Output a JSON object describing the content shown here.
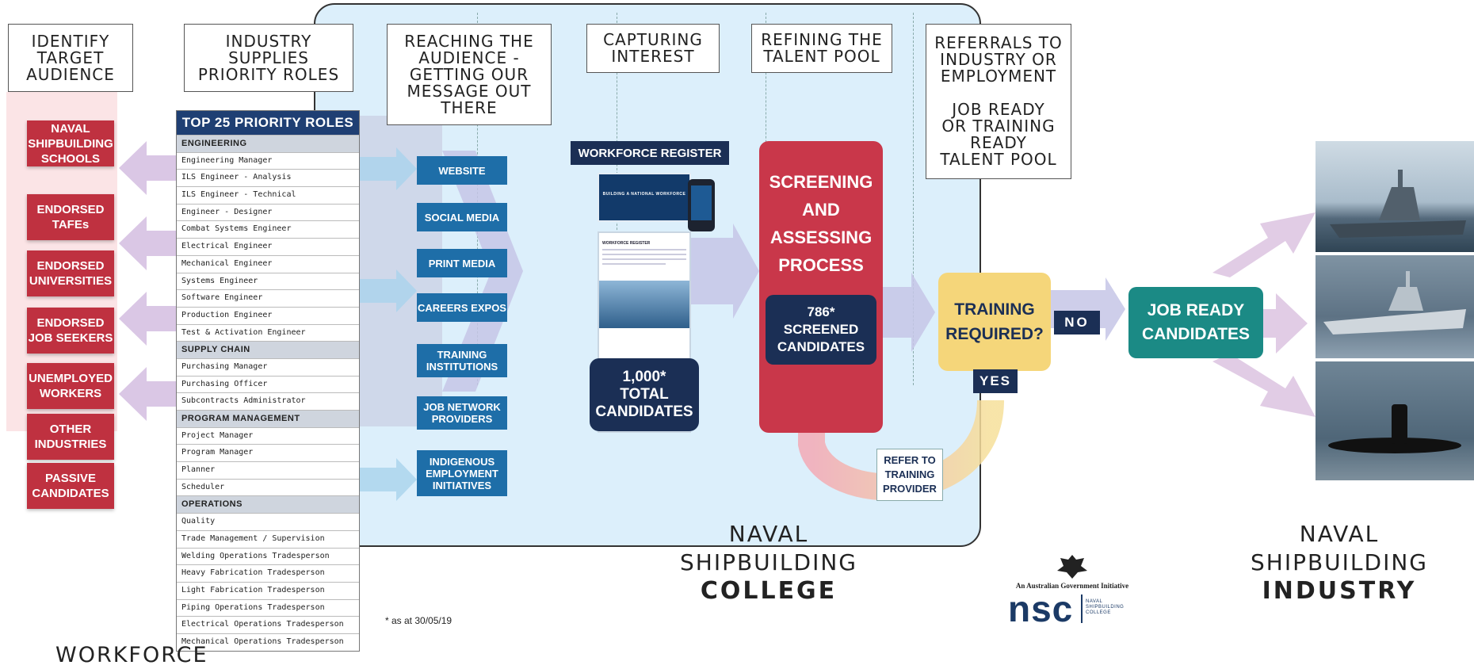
{
  "headers": {
    "identify": "IDENTIFY\nTARGET\nAUDIENCE",
    "industry_supplies": "INDUSTRY\nSUPPLIES\nPRIORITY ROLES",
    "reaching": "REACHING THE\nAUDIENCE -\nGETTING OUR\nMESSAGE OUT\nTHERE",
    "capturing": "CAPTURING\nINTEREST",
    "refining": "REFINING THE\nTALENT POOL",
    "referrals": "REFERRALS TO\nINDUSTRY OR\nEMPLOYMENT\n\nJOB READY\nOR TRAINING\nREADY\nTALENT POOL"
  },
  "audiences": [
    "NAVAL\nSHIPBUILDING\nSCHOOLS",
    "ENDORSED\nTAFEs",
    "ENDORSED\nUNIVERSITIES",
    "ENDORSED\nJOB SEEKERS",
    "UNEMPLOYED\nWORKERS",
    "OTHER\nINDUSTRIES",
    "PASSIVE\nCANDIDATES"
  ],
  "roles_table": {
    "title": "TOP 25 PRIORITY ROLES",
    "rows": [
      {
        "text": "ENGINEERING",
        "cat": true
      },
      {
        "text": "Engineering Manager",
        "cat": false
      },
      {
        "text": "ILS Engineer - Analysis",
        "cat": false
      },
      {
        "text": "ILS Engineer - Technical",
        "cat": false
      },
      {
        "text": "Engineer - Designer",
        "cat": false
      },
      {
        "text": "Combat Systems Engineer",
        "cat": false
      },
      {
        "text": "Electrical Engineer",
        "cat": false
      },
      {
        "text": "Mechanical Engineer",
        "cat": false
      },
      {
        "text": "Systems Engineer",
        "cat": false
      },
      {
        "text": "Software Engineer",
        "cat": false
      },
      {
        "text": "Production Engineer",
        "cat": false
      },
      {
        "text": "Test & Activation Engineer",
        "cat": false
      },
      {
        "text": "SUPPLY CHAIN",
        "cat": true
      },
      {
        "text": "Purchasing Manager",
        "cat": false
      },
      {
        "text": "Purchasing Officer",
        "cat": false
      },
      {
        "text": "Subcontracts Administrator",
        "cat": false
      },
      {
        "text": "PROGRAM MANAGEMENT",
        "cat": true
      },
      {
        "text": "Project Manager",
        "cat": false
      },
      {
        "text": "Program Manager",
        "cat": false
      },
      {
        "text": "Planner",
        "cat": false
      },
      {
        "text": "Scheduler",
        "cat": false
      },
      {
        "text": "OPERATIONS",
        "cat": true
      },
      {
        "text": "Quality",
        "cat": false
      },
      {
        "text": "Trade Management / Supervision",
        "cat": false
      },
      {
        "text": "Welding Operations Tradesperson",
        "cat": false
      },
      {
        "text": "Heavy Fabrication Tradesperson",
        "cat": false
      },
      {
        "text": "Light Fabrication Tradesperson",
        "cat": false
      },
      {
        "text": "Piping Operations Tradesperson",
        "cat": false
      },
      {
        "text": "Electrical Operations Tradesperson",
        "cat": false
      },
      {
        "text": "Mechanical Operations Tradesperson",
        "cat": false
      }
    ]
  },
  "channels": [
    "WEBSITE",
    "SOCIAL MEDIA",
    "PRINT MEDIA",
    "CAREERS EXPOS",
    "TRAINING\nINSTITUTIONS",
    "JOB NETWORK\nPROVIDERS",
    "INDIGENOUS\nEMPLOYMENT\nINITIATIVES"
  ],
  "workforce_register": {
    "label": "WORKFORCE REGISTER",
    "site_banner": "BUILDING A NATIONAL WORKFORCE",
    "page_heading": "WORKFORCE REGISTER",
    "total_candidates": "1,000*\nTOTAL\nCANDIDATES"
  },
  "screening": {
    "title": "SCREENING\nAND\nASSESSING\nPROCESS",
    "screened": "786*\nSCREENED\nCANDIDATES"
  },
  "training": {
    "question": "TRAINING\nREQUIRED?",
    "no": "NO",
    "yes": "YES",
    "refer": "REFER TO\nTRAINING\nPROVIDER"
  },
  "job_ready": "JOB READY\nCANDIDATES",
  "college": {
    "line1": "NAVAL",
    "line2": "SHIPBUILDING",
    "line3": "COLLEGE"
  },
  "industry": {
    "line1": "NAVAL",
    "line2": "SHIPBUILDING",
    "line3": "INDUSTRY"
  },
  "workforce_label": "WORKFORCE",
  "footnote": "* as at 30/05/19",
  "logo": {
    "initiative": "An Australian Government Initiative",
    "nsc": "nsc",
    "sub": "NAVAL\nSHIPBUILDING\nCOLLEGE"
  },
  "colors": {
    "audience_red": "#bf3140",
    "roles_navy": "#1f3f73",
    "channel_blue": "#1e6ea8",
    "panel_bg": "#dceffb",
    "screen_red": "#c9374a",
    "training_yellow": "#f5d67a",
    "job_ready_teal": "#1b8a85",
    "dark_navy": "#1b2f55"
  }
}
